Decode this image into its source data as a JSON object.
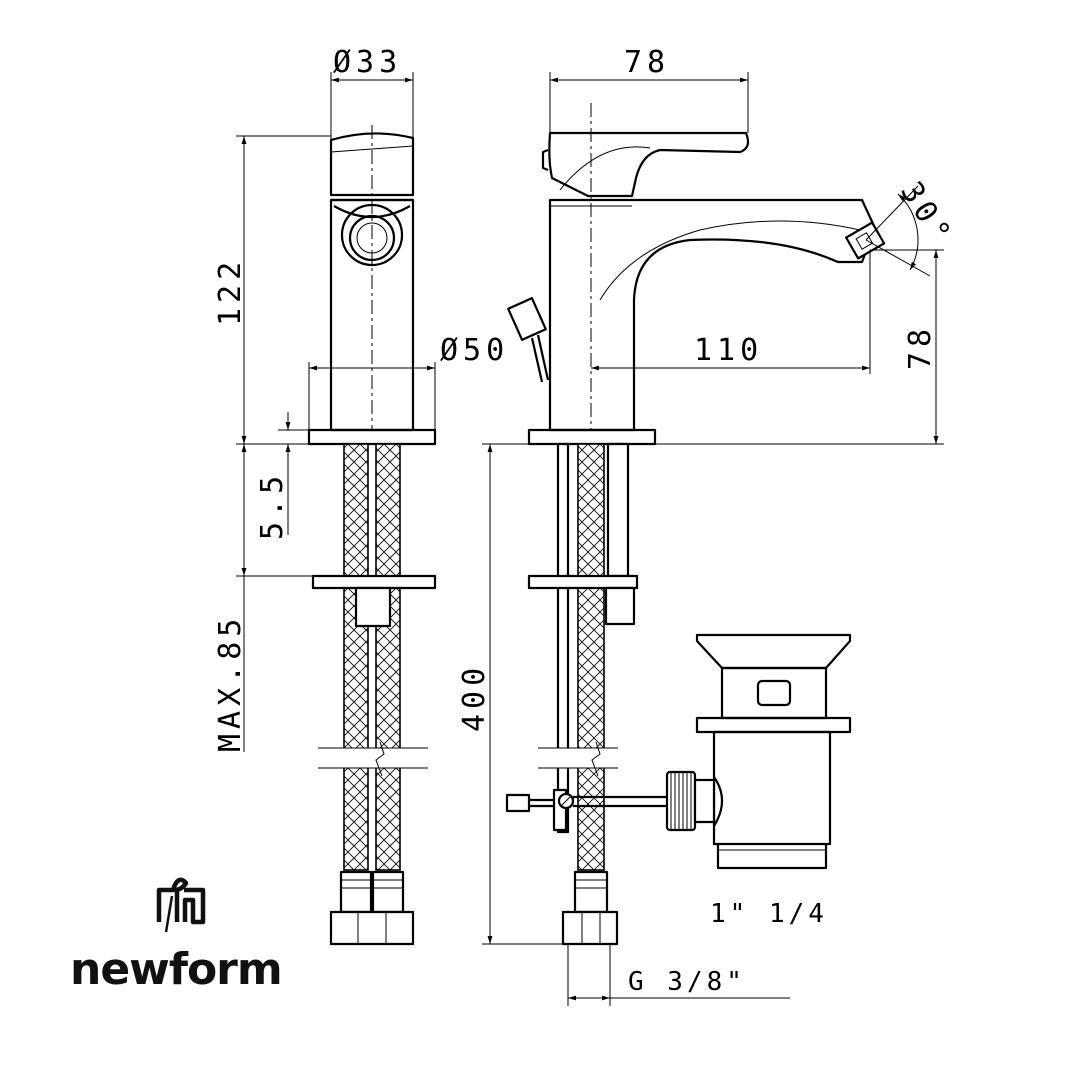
{
  "brand": {
    "name": "newform",
    "logo_icon": "newform-logo-icon"
  },
  "dimensions": {
    "front_diameter": "Ø33",
    "side_width": "78",
    "spout_angle": "30°",
    "body_height": "122",
    "base_diameter": "Ø50",
    "spout_reach": "110",
    "spout_height": "78",
    "deck_gap": "5.5",
    "max_deck_thickness": "MAX.85",
    "hose_length": "400",
    "waste_size": "1\" 1/4",
    "hose_connection": "G 3/8\""
  }
}
